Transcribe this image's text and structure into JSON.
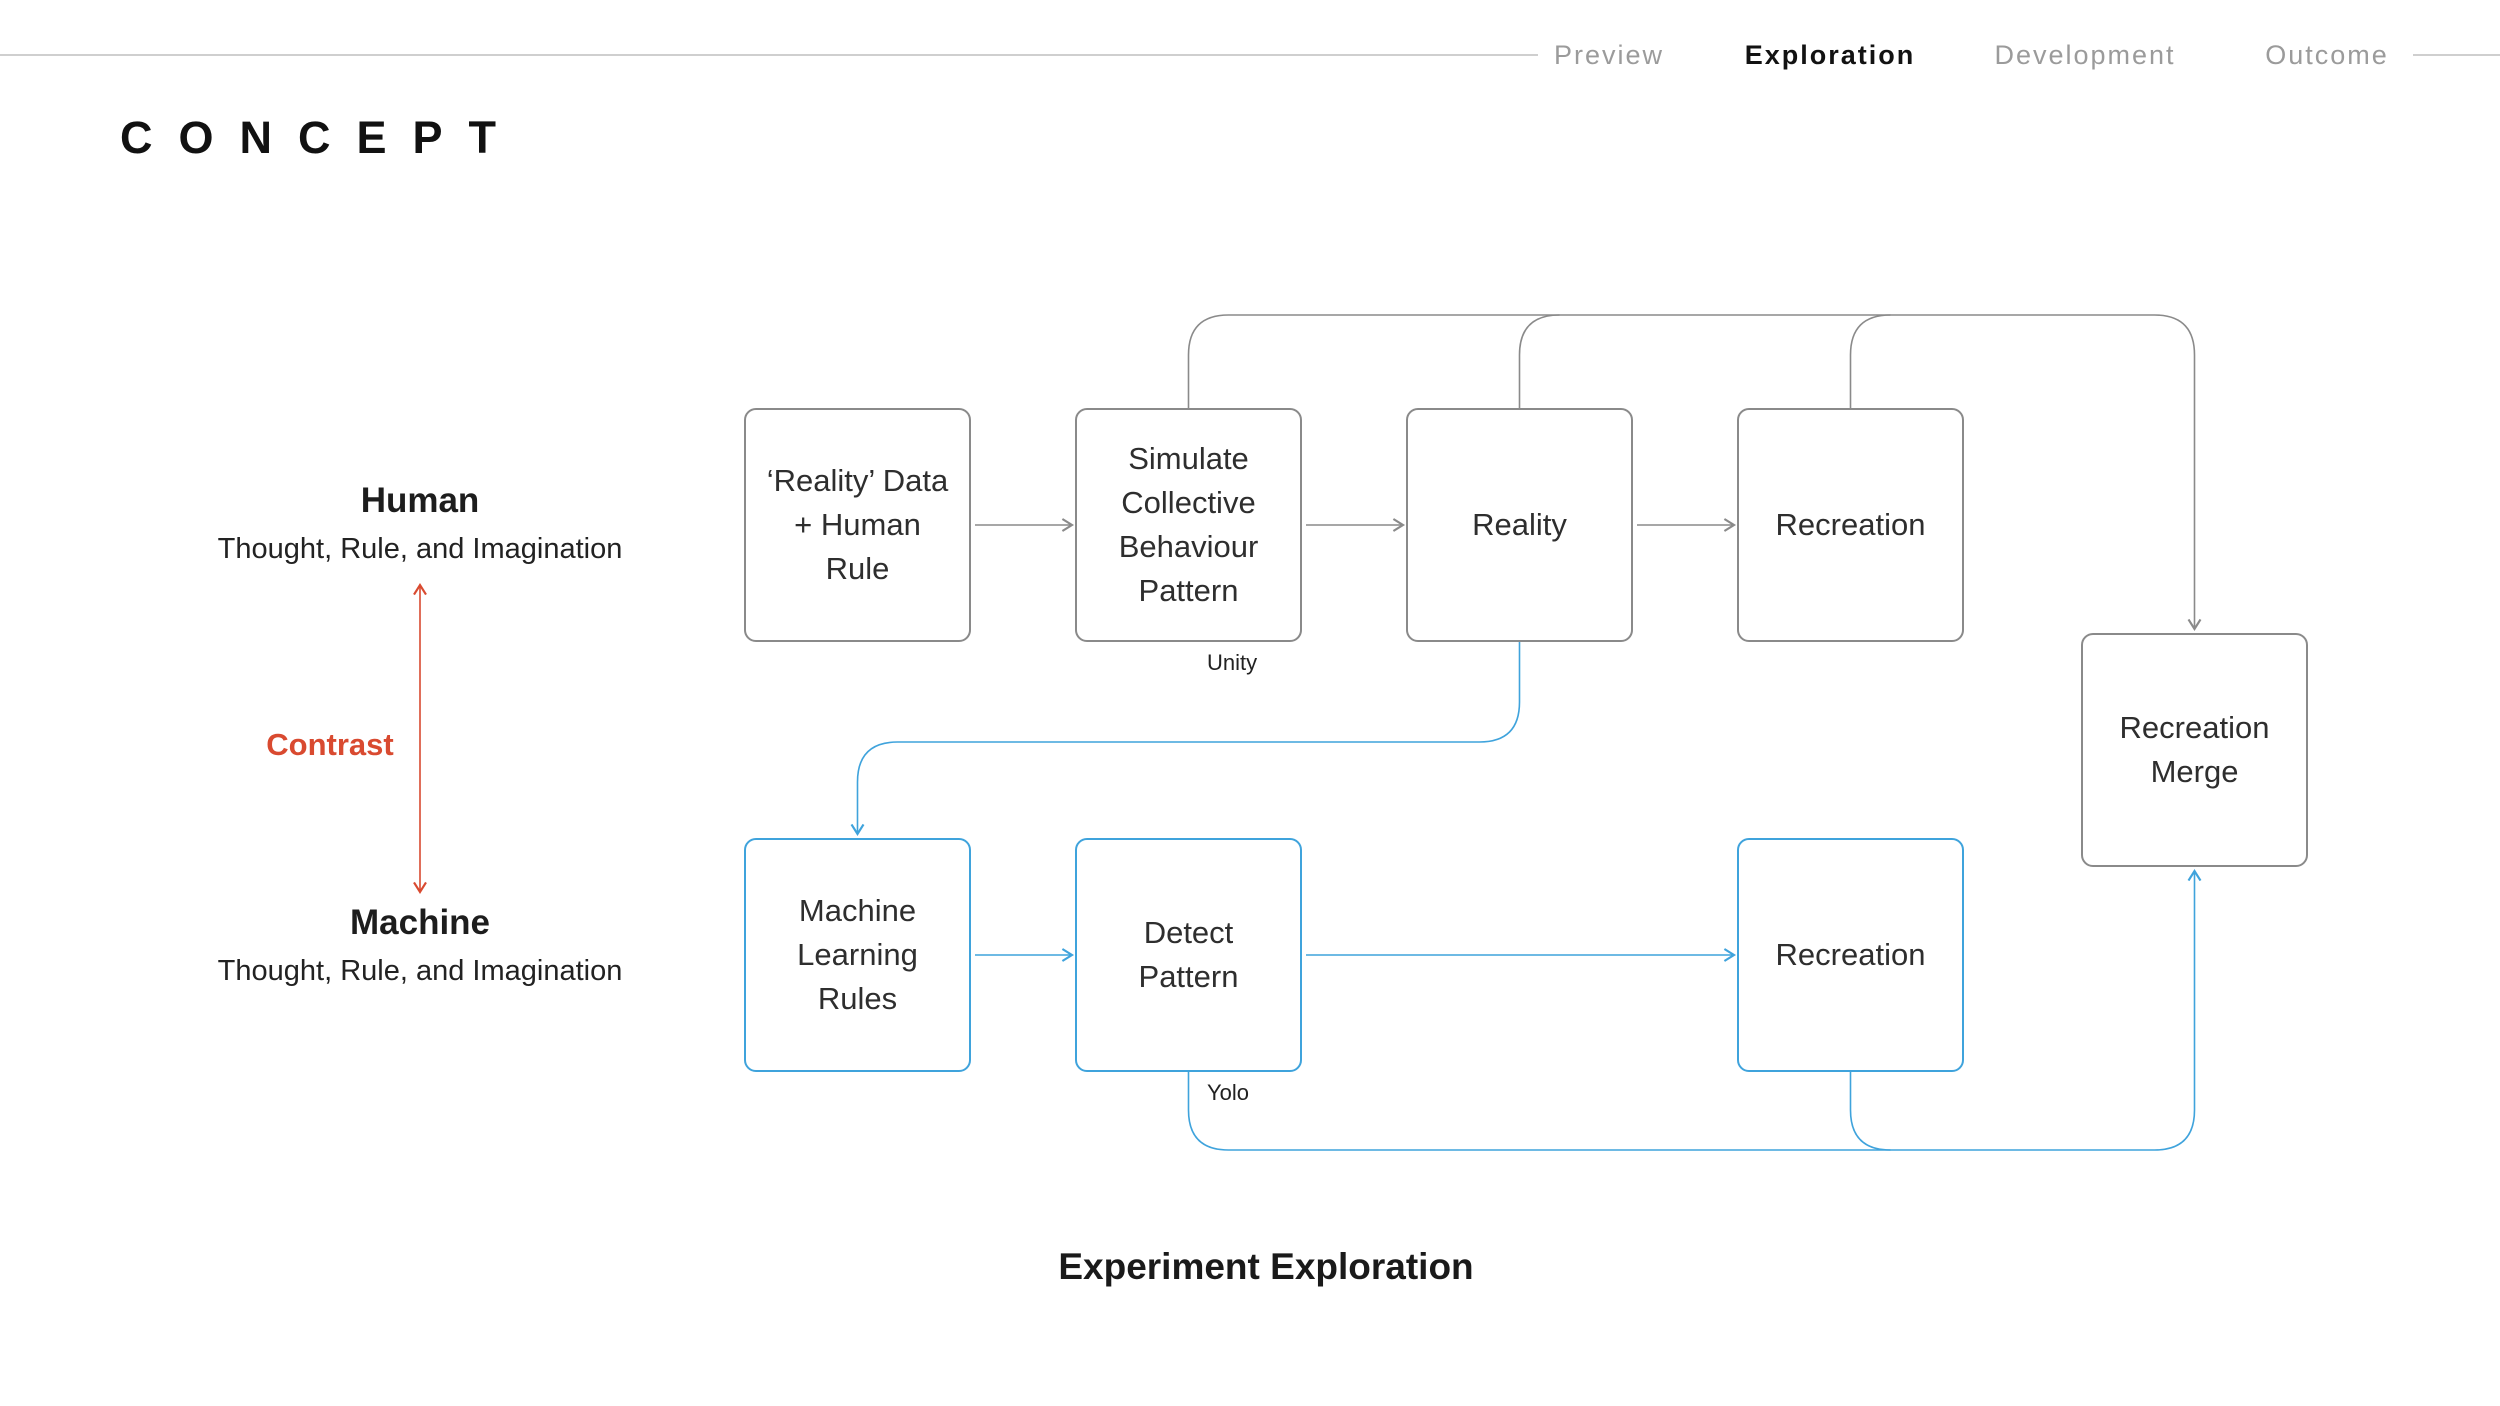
{
  "nav": {
    "items": [
      {
        "label": "Preview",
        "active": false
      },
      {
        "label": "Exploration",
        "active": true
      },
      {
        "label": "Development",
        "active": false
      },
      {
        "label": "Outcome",
        "active": false
      }
    ]
  },
  "header": {
    "title": "CONCEPT"
  },
  "contrast_panel": {
    "top": {
      "title": "Human",
      "subtitle": "Thought, Rule, and Imagination"
    },
    "label": "Contrast",
    "bottom": {
      "title": "Machine",
      "subtitle": "Thought, Rule, and Imagination"
    }
  },
  "diagram": {
    "boxes": [
      {
        "id": "reality-data",
        "style": "gray",
        "lines": [
          "‘Reality’ Data",
          "+ Human",
          "Rule"
        ]
      },
      {
        "id": "simulate",
        "style": "gray",
        "lines": [
          "Simulate",
          "Collective",
          "Behaviour",
          "Pattern"
        ],
        "annotation": "Unity"
      },
      {
        "id": "reality",
        "style": "gray",
        "lines": [
          "Reality"
        ]
      },
      {
        "id": "recreation-top",
        "style": "gray",
        "lines": [
          "Recreation"
        ]
      },
      {
        "id": "recreation-merge",
        "style": "gray",
        "lines": [
          "Recreation",
          "Merge"
        ]
      },
      {
        "id": "machine-learning-rules",
        "style": "blue",
        "lines": [
          "Machine",
          "Learning",
          "Rules"
        ]
      },
      {
        "id": "detect-pattern",
        "style": "blue",
        "lines": [
          "Detect",
          "Pattern"
        ],
        "annotation": "Yolo"
      },
      {
        "id": "recreation-bottom",
        "style": "blue",
        "lines": [
          "Recreation"
        ]
      }
    ],
    "caption": "Experiment Exploration"
  },
  "colors": {
    "accent_blue": "#3fa3dc",
    "accent_red": "#d94a30",
    "border_gray": "#8a8a8a",
    "nav_inactive": "#9b9b9b",
    "nav_active": "#121212"
  }
}
